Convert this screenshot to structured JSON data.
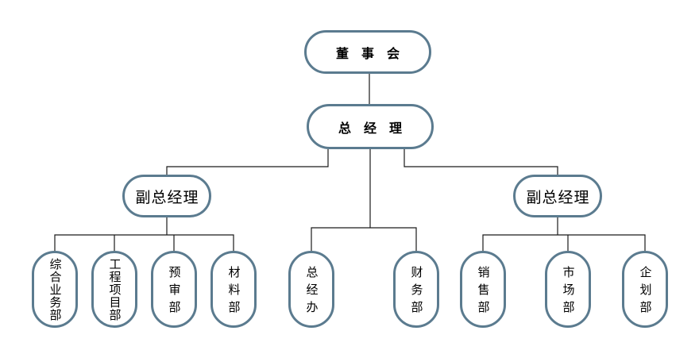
{
  "colors": {
    "node_border": "#5b7b8f",
    "node_fill": "#ffffff",
    "connector_line": "#1a1a1a",
    "text": "#000000",
    "background": "#ffffff"
  },
  "org": {
    "level1": {
      "label": "董事会"
    },
    "level2": {
      "label": "总经理"
    },
    "level3": {
      "left": {
        "label": "副总经理"
      },
      "right": {
        "label": "副总经理"
      }
    },
    "departments": {
      "left": [
        "综合业务部",
        "工程项目部",
        "预审部",
        "材料部"
      ],
      "middle": [
        "总经办",
        "财务部"
      ],
      "right": [
        "销售部",
        "市场部",
        "企划部"
      ]
    }
  }
}
